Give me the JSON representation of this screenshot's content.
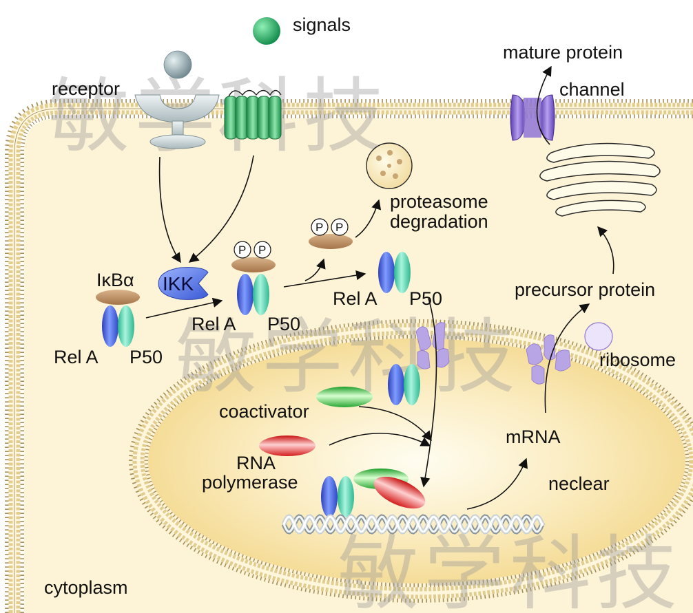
{
  "labels": {
    "signals": "signals",
    "receptor": "receptor",
    "mature_protein": "mature protein",
    "channel": "channel",
    "proteasome": "proteasome",
    "degradation": "degradation",
    "ikba": "IκBα",
    "ikk": "IKK",
    "rela_1": "Rel A",
    "p50_1": "P50",
    "rela_2": "Rel A",
    "p50_2": "P50",
    "rela_3": "Rel A",
    "p50_3": "P50",
    "phospho": "P",
    "precursor_protein": "precursor protein",
    "ribosome": "ribosome",
    "coactivator": "coactivator",
    "rna": "RNA",
    "polymerase": "polymerase",
    "mrna": "mRNA",
    "neclear": "neclear",
    "cytoplasm": "cytoplasm"
  },
  "watermark": {
    "char_1": "敏",
    "char_2": "学",
    "char_3": "科",
    "char_4": "技"
  },
  "colors": {
    "cytoplasm_fill": "#fdf3d6",
    "membrane_head": "#e7d39a",
    "nucleus_fill": "#f8e2a0",
    "rela_blue": "#4f6fe0",
    "p50_teal": "#5ed9b8",
    "ikba_brown": "#b98a5e",
    "ikk_blue": "#5b7ee6",
    "coactivator_green": "#3fc34a",
    "rna_pol_red": "#e43a3a",
    "channel_purple": "#8b6bd0",
    "pore_lavender": "#b8a5e6",
    "signal_green": "#1aa05a",
    "ligand_gray": "#8fa6ad"
  }
}
